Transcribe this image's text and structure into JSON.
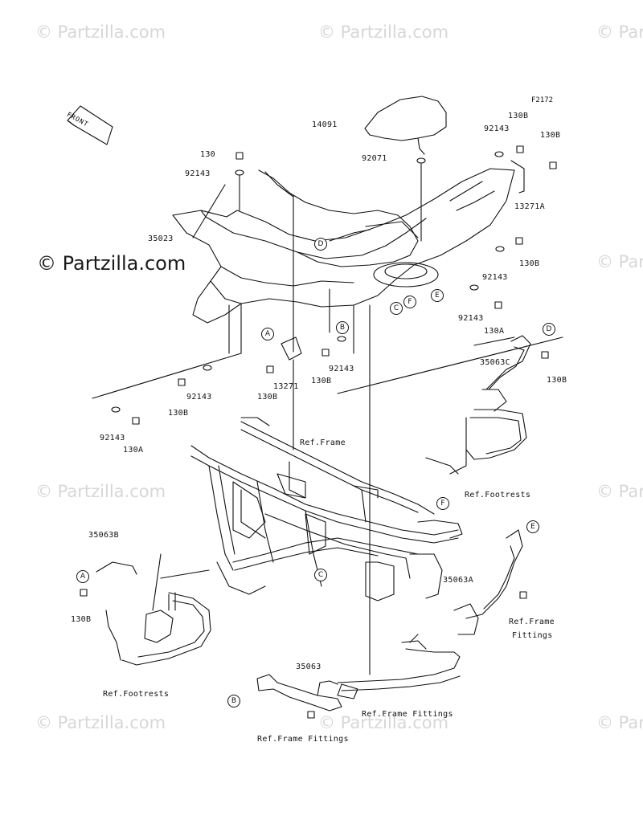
{
  "watermark": {
    "text": "© Partzilla.com",
    "main_text": "© Partzilla.com"
  },
  "diagram_code": "F2172",
  "front_text": "FRONT",
  "labels": {
    "p14091": "14091",
    "p92071": "92071",
    "p130_top": "130",
    "p92143_top": "92143",
    "p35023": "35023",
    "p130B_r1": "130B",
    "p92143_r1": "92143",
    "p130B_r2": "130B",
    "p13271A": "13271A",
    "p130B_r3": "130B",
    "p92143_r3": "92143",
    "p92143_r4": "92143",
    "p130A_r4": "130A",
    "p35063C": "35063C",
    "p130B_r5": "130B",
    "p92143_mid": "92143",
    "p13271": "13271",
    "p130B_mid": "130B",
    "p92143_l": "92143",
    "p130B_l": "130B",
    "p130B_l2": "130B",
    "p92143_ll": "92143",
    "p130A_ll": "130A",
    "ref_frame": "Ref.Frame",
    "ref_footrests_r": "Ref.Footrests",
    "p35063B": "35063B",
    "p130B_b": "130B",
    "ref_footrests_l": "Ref.Footrests",
    "p35063A": "35063A",
    "ref_frame_fittings_r1": "Ref.Frame",
    "ref_frame_fittings_r2": "Fittings",
    "p35063": "35063",
    "ref_frame_fittings_c": "Ref.Frame Fittings",
    "ref_frame_fittings_b": "Ref.Frame Fittings"
  },
  "callouts": {
    "A1": "A",
    "B1": "B",
    "C1": "C",
    "D1": "D",
    "E1": "E",
    "F1": "F",
    "D2": "D",
    "F2": "F",
    "C2": "C",
    "A2": "A",
    "E2": "E",
    "B2": "B"
  }
}
